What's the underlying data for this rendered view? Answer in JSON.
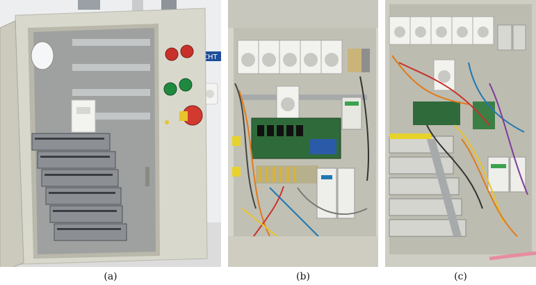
{
  "captions": {
    "a": "(a)",
    "b": "(b)",
    "c": "(c)"
  },
  "photo_text": {
    "wall_sign": "CHT"
  },
  "colors": {
    "enclosure": "#dcdbd2",
    "background_wall": "#e9eaec",
    "relay_board": "#2f6b3a",
    "din_rail": "#a7aaab",
    "outlet_white": "#f2f2ef",
    "button_red": "#c8312a",
    "button_green": "#1f8a3f",
    "estop_yellow": "#e7c42b"
  }
}
